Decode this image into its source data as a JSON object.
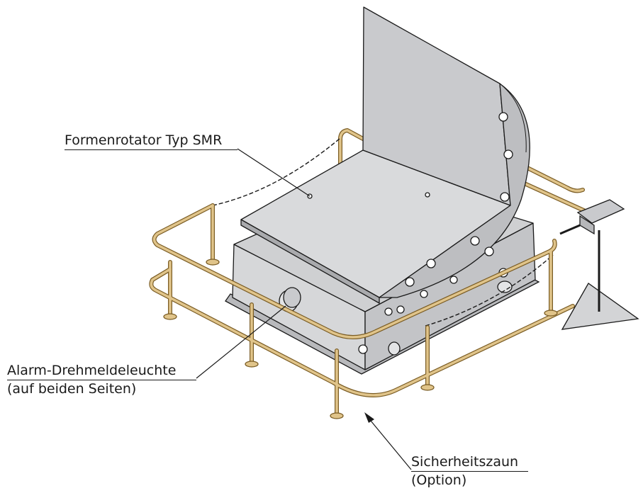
{
  "labels": {
    "rotator": "Formenrotator  Typ SMR",
    "lamp_line1": "Alarm-Drehmeldeleuchte",
    "lamp_line2": "(auf beiden Seiten)",
    "fence_line1": "Sicherheitszaun",
    "fence_line2": "(Option)"
  },
  "colors": {
    "fence": "#e0c48a",
    "fence_edge": "#7a5c24",
    "panel": "#cfd0d2",
    "panel_light": "#e3e4e6",
    "panel_dark": "#b6b7ba",
    "outline": "#1a1a1a"
  }
}
